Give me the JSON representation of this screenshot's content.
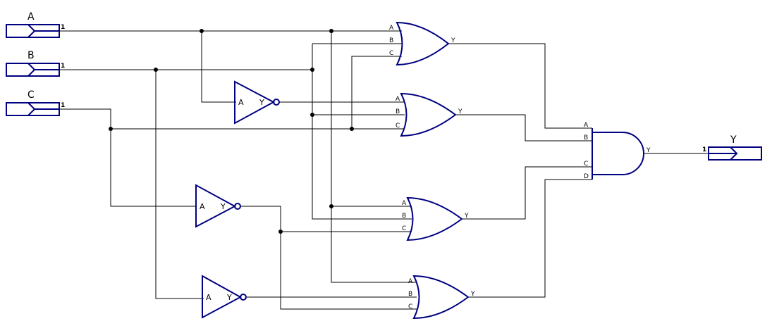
{
  "colors": {
    "gate": "#000080",
    "wire": "#000000",
    "background": "#ffffff"
  },
  "inputs": [
    {
      "name": "A",
      "pin": "1"
    },
    {
      "name": "B",
      "pin": "1"
    },
    {
      "name": "C",
      "pin": "1"
    }
  ],
  "output": {
    "name": "Y",
    "pin": "1"
  },
  "not_gates": [
    {
      "in": "A",
      "out": "Y"
    },
    {
      "in": "A",
      "out": "Y"
    },
    {
      "in": "A",
      "out": "Y"
    }
  ],
  "or_gates": [
    {
      "inputs": [
        "A",
        "B",
        "C"
      ],
      "out": "Y"
    },
    {
      "inputs": [
        "A",
        "B",
        "C"
      ],
      "out": "Y"
    },
    {
      "inputs": [
        "A",
        "B",
        "C"
      ],
      "out": "Y"
    },
    {
      "inputs": [
        "A",
        "B",
        "C"
      ],
      "out": "Y"
    }
  ],
  "and_gate": {
    "inputs": [
      "A",
      "B",
      "C",
      "D"
    ],
    "out": "Y"
  }
}
